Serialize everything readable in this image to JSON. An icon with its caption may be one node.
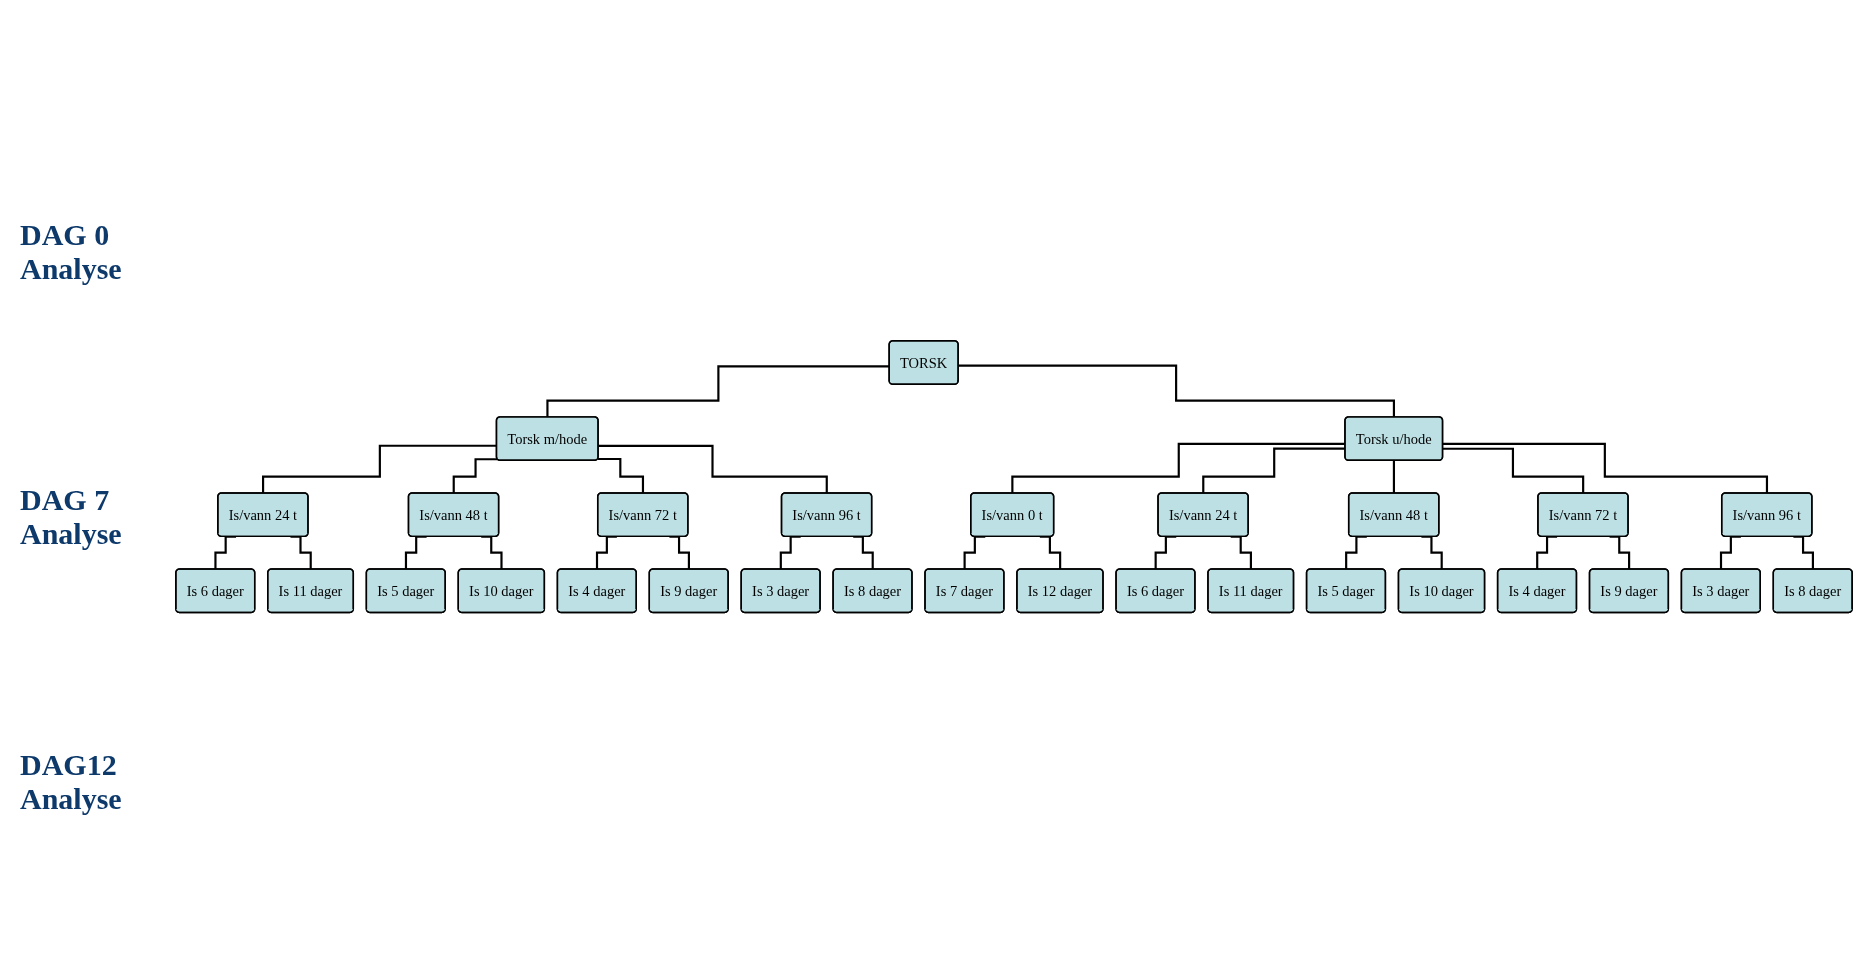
{
  "diagram": {
    "nodes": [
      {
        "text": [
          "TORSK"
        ]
      },
      {
        "text": [
          "Torsk m/hode"
        ]
      },
      {
        "text": [
          "Torsk u/hode"
        ]
      },
      {
        "text": [
          "Is/vann 24 t"
        ]
      },
      {
        "text": [
          "Is/vann 48 t"
        ]
      },
      {
        "text": [
          "Is/vann 72 t"
        ]
      },
      {
        "text": [
          "Is/vann 96 t"
        ]
      },
      {
        "text": [
          "Is/vann 0 t"
        ]
      },
      {
        "text": [
          "Is/vann 24 t"
        ]
      },
      {
        "text": [
          "Is/vann 48 t"
        ]
      },
      {
        "text": [
          "Is/vann 72 t"
        ]
      },
      {
        "text": [
          "Is/vann 96 t"
        ]
      },
      {
        "text": [
          "Is 6 dager"
        ]
      },
      {
        "text": [
          "Is 5 dager"
        ]
      },
      {
        "text": [
          "Is 4 dager"
        ]
      },
      {
        "text": [
          "Is 3 dager"
        ]
      },
      {
        "text": [
          "Is 7 dager"
        ]
      },
      {
        "text": [
          "Is 6 dager"
        ]
      },
      {
        "text": [
          "Is 5 dager"
        ]
      },
      {
        "text": [
          "Is 4 dager"
        ]
      },
      {
        "text": [
          "Is 3 dager"
        ]
      },
      {
        "text": [
          "Is 11 dager"
        ]
      },
      {
        "text": [
          "Is 10 dager"
        ]
      },
      {
        "text": [
          "Is 9 dager"
        ]
      },
      {
        "text": [
          "Is 8 dager"
        ]
      },
      {
        "text": [
          "Is 12 dager"
        ]
      },
      {
        "text": [
          "Is 11 dager"
        ]
      },
      {
        "text": [
          "Is 10 dager"
        ]
      },
      {
        "text": [
          "Is 9 dager"
        ]
      },
      {
        "text": [
          "Is 8 dager"
        ]
      }
    ],
    "edges": [
      {
        "from": 0,
        "to": 1,
        "arrow": "none"
      },
      {
        "from": 0,
        "to": 2,
        "arrow": "none"
      },
      {
        "from": 1,
        "to": 3,
        "arrow": "none"
      },
      {
        "from": 1,
        "to": 4,
        "arrow": "none"
      },
      {
        "from": 1,
        "to": 5,
        "arrow": "none"
      },
      {
        "from": 1,
        "to": 6,
        "arrow": "none"
      },
      {
        "from": 2,
        "to": 7,
        "arrow": "none"
      },
      {
        "from": 2,
        "to": 8,
        "arrow": "none"
      },
      {
        "from": 2,
        "to": 9,
        "arrow": "none"
      },
      {
        "from": 2,
        "to": 10,
        "arrow": "none"
      },
      {
        "from": 2,
        "to": 11,
        "arrow": "none"
      },
      {
        "from": 3,
        "to": 12,
        "arrow": "none"
      },
      {
        "from": 3,
        "to": 21,
        "arrow": "none"
      },
      {
        "from": 4,
        "to": 13,
        "arrow": "none"
      },
      {
        "from": 4,
        "to": 22,
        "arrow": "none"
      },
      {
        "from": 5,
        "to": 14,
        "arrow": "none"
      },
      {
        "from": 5,
        "to": 23,
        "arrow": "none"
      },
      {
        "from": 6,
        "to": 15,
        "arrow": "none"
      },
      {
        "from": 6,
        "to": 24,
        "arrow": "none"
      },
      {
        "from": 7,
        "to": 16,
        "arrow": "none"
      },
      {
        "from": 7,
        "to": 25,
        "arrow": "none"
      },
      {
        "from": 8,
        "to": 17,
        "arrow": "none"
      },
      {
        "from": 8,
        "to": 26,
        "arrow": "none"
      },
      {
        "from": 9,
        "to": 18,
        "arrow": "none"
      },
      {
        "from": 9,
        "to": 27,
        "arrow": "none"
      },
      {
        "from": 10,
        "to": 19,
        "arrow": "none"
      },
      {
        "from": 10,
        "to": 28,
        "arrow": "none"
      },
      {
        "from": 11,
        "to": 20,
        "arrow": "none"
      },
      {
        "from": 11,
        "to": 29,
        "arrow": "none"
      }
    ],
    "labels": [
      "DAG 0 Analyse",
      "DAG 7 Analyse",
      "DAG12 Analyse"
    ]
  }
}
